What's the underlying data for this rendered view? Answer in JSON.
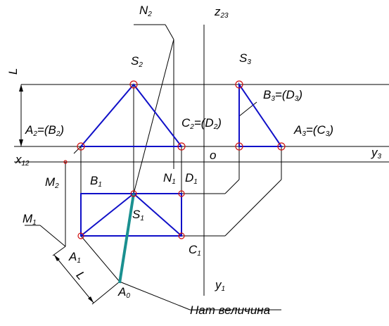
{
  "labels": {
    "n2": {
      "main": "N",
      "sub": "2"
    },
    "z23": {
      "main": "z",
      "sub": "23"
    },
    "s2": {
      "main": "S",
      "sub": "2"
    },
    "s3": {
      "main": "S",
      "sub": "3"
    },
    "L_top": "L",
    "b3d3": {
      "pre": "B",
      "sub1": "3",
      "mid": "=(D",
      "sub2": "3",
      "post": ")"
    },
    "a2b2": {
      "pre": "A",
      "sub1": "2",
      "mid": "=(B",
      "sub2": "2",
      "post": ")"
    },
    "c2d2": {
      "pre": "C",
      "sub1": "2",
      "mid": "=(D",
      "sub2": "2",
      "post": ")"
    },
    "a3c3": {
      "pre": "A",
      "sub1": "3",
      "mid": "=(C",
      "sub2": "3",
      "post": ")"
    },
    "o": "o",
    "y3": {
      "main": "y",
      "sub": "3"
    },
    "x12": {
      "main": "x",
      "sub": "12"
    },
    "m2": {
      "main": "M",
      "sub": "2"
    },
    "b1": {
      "main": "B",
      "sub": "1"
    },
    "n1": {
      "main": "N",
      "sub": "1"
    },
    "d1": {
      "main": "D",
      "sub": "1"
    },
    "m1": {
      "main": "M",
      "sub": "1"
    },
    "s1": {
      "main": "S",
      "sub": "1"
    },
    "a1": {
      "main": "A",
      "sub": "1"
    },
    "c1": {
      "main": "C",
      "sub": "1"
    },
    "L_bottom": "L",
    "a0": {
      "main": "A",
      "sub": "0"
    },
    "y1": {
      "main": "y",
      "sub": "1"
    },
    "nat": "Нат величина"
  },
  "colors": {
    "outline": "#1010c8",
    "true_length": "#1a9090",
    "points": "#d01010",
    "construction": "#000000"
  }
}
